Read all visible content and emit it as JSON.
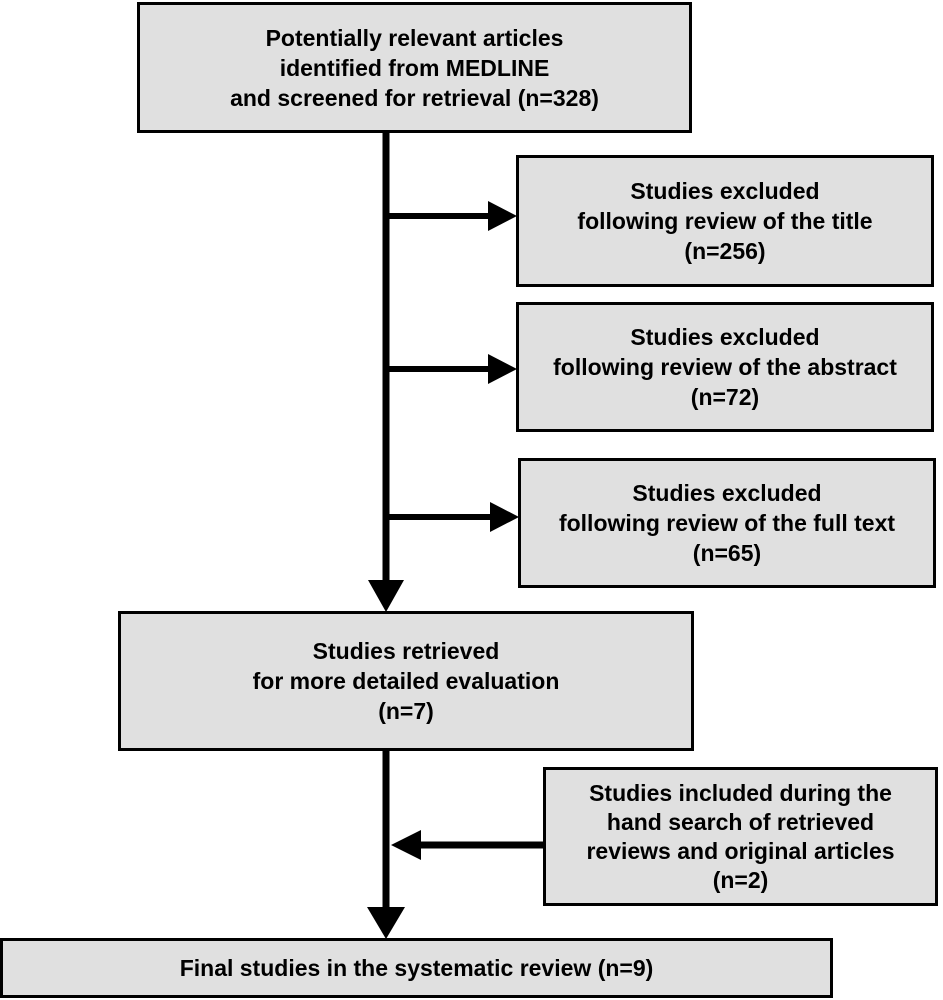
{
  "diagram": {
    "kind": "flowchart",
    "description": "Systematic review study selection flow diagram",
    "colors": {
      "box_fill": "#e0e0e0",
      "box_border": "#000000",
      "arrow": "#000000",
      "background": "#ffffff",
      "text": "#000000"
    },
    "nodes": [
      {
        "id": "identified",
        "n": 328,
        "lines": [
          "Potentially relevant articles",
          "identified from MEDLINE",
          "and screened for retrieval (n=328)"
        ]
      },
      {
        "id": "excluded-title",
        "n": 256,
        "lines": [
          "Studies excluded",
          "following review of the title",
          "(n=256)"
        ]
      },
      {
        "id": "excluded-abstract",
        "n": 72,
        "lines": [
          "Studies excluded",
          "following review of the abstract",
          "(n=72)"
        ]
      },
      {
        "id": "excluded-fulltext",
        "n": 65,
        "lines": [
          "Studies excluded",
          "following review of the full text",
          "(n=65)"
        ]
      },
      {
        "id": "retrieved",
        "n": 7,
        "lines": [
          "Studies retrieved",
          "for more detailed evaluation",
          "(n=7)"
        ]
      },
      {
        "id": "hand-search",
        "n": 2,
        "lines": [
          "Studies included during the",
          "hand search of retrieved",
          "reviews and original articles",
          "(n=2)"
        ]
      },
      {
        "id": "final",
        "n": 9,
        "lines": [
          "Final studies in the systematic review (n=9)"
        ]
      }
    ],
    "edges": [
      {
        "from": "identified",
        "to": "retrieved",
        "type": "arrow-down"
      },
      {
        "from": "identified",
        "to": "excluded-title",
        "type": "arrow-right"
      },
      {
        "from": "identified",
        "to": "excluded-abstract",
        "type": "arrow-right"
      },
      {
        "from": "identified",
        "to": "excluded-fulltext",
        "type": "arrow-right"
      },
      {
        "from": "retrieved",
        "to": "final",
        "type": "arrow-down"
      },
      {
        "from": "hand-search",
        "to": "retrieved",
        "type": "arrow-left"
      }
    ]
  }
}
